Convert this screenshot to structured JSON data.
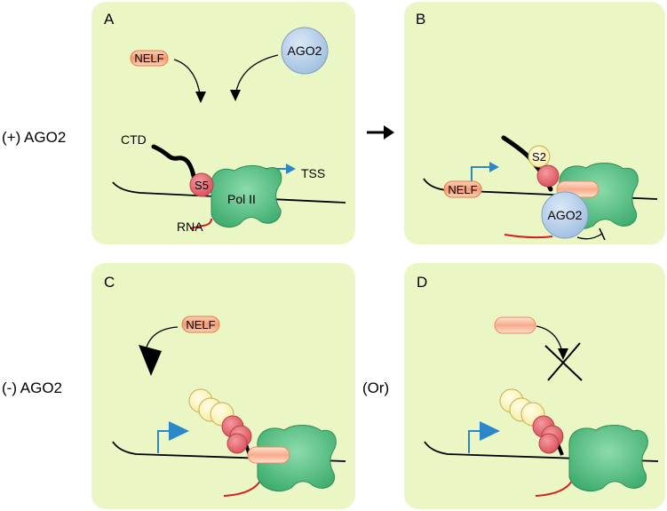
{
  "row_labels": {
    "top": "(+) AGO2",
    "bottom": "(-) AGO2"
  },
  "arrow_between": "→",
  "or_label": "(Or)",
  "panels": {
    "A": {
      "letter": "A",
      "nelf": "NELF",
      "ago2": "AGO2",
      "ctd": "CTD",
      "s5": "S5",
      "pol2": "Pol II",
      "tss": "TSS",
      "rna": "RNA"
    },
    "B": {
      "letter": "B",
      "s2": "S2",
      "nelf": "NELF",
      "ago2": "AGO2"
    },
    "C": {
      "letter": "C",
      "nelf": "NELF"
    },
    "D": {
      "letter": "D"
    }
  },
  "colors": {
    "panel_bg": "#eaf7c4",
    "nelf_fill": "#f39a72",
    "ago2_fill": "#b9d0ea",
    "pol2_fill": "#5fc28a",
    "s5_fill": "#e96b73",
    "s2_fill": "#fcf4b6",
    "tss_arrow": "#2b87c8",
    "rna": "#d61d1d"
  }
}
